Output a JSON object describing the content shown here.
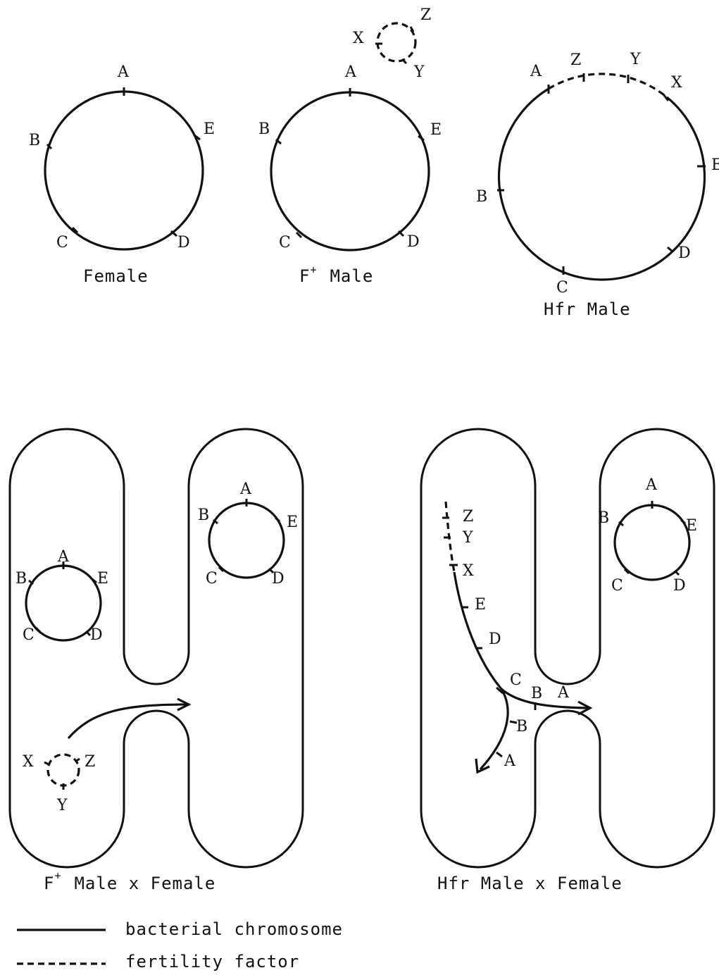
{
  "top_row": {
    "female": {
      "caption": "Female",
      "genes": [
        "A",
        "E",
        "D",
        "C",
        "B"
      ]
    },
    "f_plus_male": {
      "caption_prefix": "F",
      "caption_sup": "+",
      "caption_suffix": "Male",
      "genes": [
        "A",
        "E",
        "D",
        "C",
        "B"
      ],
      "plasmid_genes": [
        "Z",
        "Y",
        "X"
      ]
    },
    "hfr_male": {
      "caption": "Hfr Male",
      "genes": [
        "A",
        "E",
        "D",
        "C",
        "B"
      ],
      "integrated_factor_genes": [
        "Z",
        "Y",
        "X"
      ]
    }
  },
  "bottom_row": {
    "f_plus_cross": {
      "caption_prefix": "F",
      "caption_sup": "+",
      "caption_suffix": "Male x Female",
      "donor_genes": [
        "A",
        "E",
        "D",
        "C",
        "B"
      ],
      "recipient_genes": [
        "A",
        "E",
        "D",
        "C",
        "B"
      ],
      "plasmid_genes": [
        "X",
        "Z",
        "Y"
      ]
    },
    "hfr_cross": {
      "caption": "Hfr Male x Female",
      "recipient_genes": [
        "A",
        "E",
        "D",
        "C",
        "B"
      ],
      "transfer_strand_genes": [
        "Z",
        "Y",
        "X",
        "E",
        "D",
        "C",
        "B",
        "A"
      ],
      "donor_remaining_genes": [
        "B",
        "A"
      ]
    }
  },
  "legend": {
    "solid_label": "bacterial chromosome",
    "dashed_label": "fertility factor"
  }
}
